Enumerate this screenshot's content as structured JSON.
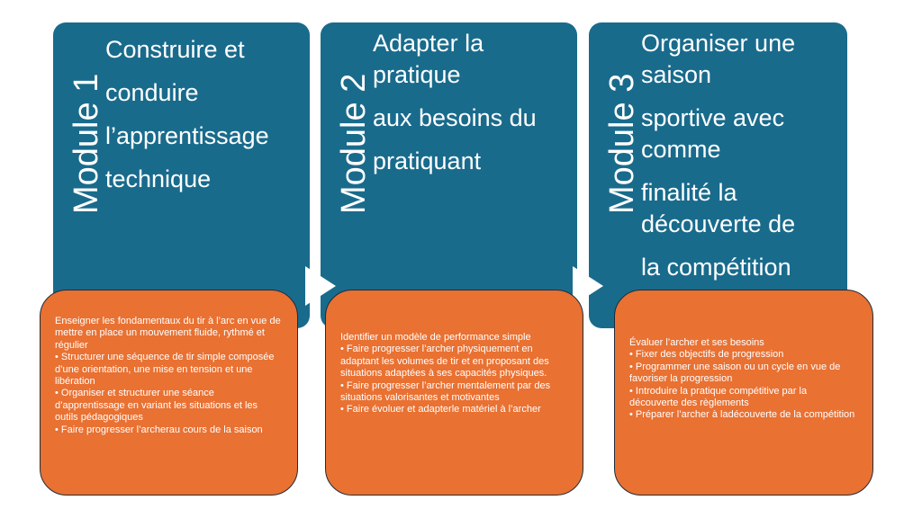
{
  "modules": [
    {
      "label": "Module 1",
      "title_lines": [
        "Construire et",
        "conduire",
        "l’apprentissage",
        "technique"
      ],
      "items": [
        "Enseigner les fondamentaux du tir à l’arc en vue de mettre en place un mouvement fluide, rythmé et régulier",
        "• Structurer une séquence de tir simple composée d’une orientation, une mise en tension et une libération",
        "• Organiser et structurer une séance d’apprentissage en variant les situations et les outils pédagogiques",
        "• Faire progresser l’archerau cours de la saison"
      ]
    },
    {
      "label": "Module 2",
      "title_lines": [
        "Adapter la",
        "pratique",
        "aux besoins du",
        "pratiquant"
      ],
      "items": [
        "Identifier un modèle de performance simple",
        "• Faire progresser l’archer physiquement en adaptant les volumes de tir et en proposant des situations adaptées à ses capacités physiques.",
        "• Faire progresser l’archer mentalement par des situations valorisantes et motivantes",
        "• Faire évoluer et adapterle matériel à l’archer"
      ]
    },
    {
      "label": "Module 3",
      "title_lines": [
        "Organiser une",
        "saison",
        "sportive avec",
        "comme",
        "finalité la",
        "découverte de",
        "la compétition"
      ],
      "items": [
        "Évaluer l’archer et ses besoins",
        "• Fixer des objectifs de progression",
        "• Programmer une saison ou un cycle en vue de favoriser la progression",
        "• Introduire la pratique compétitive par la découverte des règlements",
        "• Préparer l’archer à ladécouverte de la compétition"
      ]
    }
  ],
  "colors": {
    "panel": "#196B8C",
    "card": "#E97132",
    "arrow": "#FFFFFF"
  }
}
